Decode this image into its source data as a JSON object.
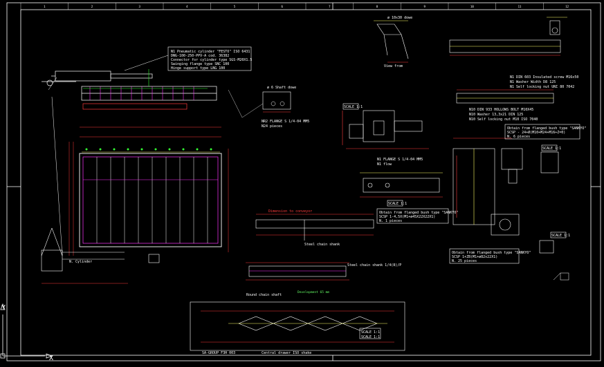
{
  "colors": {
    "background": "#000000",
    "frame": "#ffffff",
    "dimension": "#ff3b3b",
    "yellow": "#ffff66",
    "green": "#33ff33",
    "magenta": "#ff33ff",
    "cyan": "#33ffff"
  },
  "frame_ticks": [
    "1",
    "2",
    "3",
    "4",
    "5",
    "6",
    "7",
    "8",
    "9",
    "10",
    "11",
    "12"
  ],
  "notes": {
    "cylinder_block": [
      "N1 Pneumatic cylinder \"FESTO\" ISO 6431",
      "DNG-100-250-PPV-A cod. 36382",
      "Connector for cylinder type SGS-M20X1.5",
      "Swinging flange type SNC 100",
      "Hinge support type LNG 100"
    ],
    "cyl_label": "N. Cylinder",
    "n2_flange": "NR2 FLANGE S 1/4-04 MM5",
    "n2_pieces": "N24 pieces",
    "n1_flange": "N1 FLANGE S 1/4-04 MM5",
    "n1_pieces": "N1 flow",
    "shaft_detail": "ø 6 Shaft dowe",
    "shaft_detail_2": "ø 10x30 dowe",
    "view_from": "View from",
    "scale_a": "SCALE 1:1",
    "scale_b": "SCALE 1:1",
    "scale_c": "SCALE 1:1",
    "scale_d": "SCALE 1:1",
    "sensor_list": [
      "N1 DIN 603 Insulated screw M16x50",
      "N1 Washer Width D8 125",
      "N1 Self locking nut UNI 80 7042"
    ],
    "washer_list": [
      "N10 DIN 933 HOLLOWS BOLT M10X45",
      "N10 Washer 13,3x21 DIN 125",
      "N10 Self locking nut M10 ISO 7040"
    ],
    "bush_1": [
      "Obtain from flanged bush type \"SANKYO\"",
      "SCSP - 24+Ø(M10+M24+M16+Z=0)",
      "N. 6 pieces"
    ],
    "bush_2": [
      "Obtain from flanged bush type \"SANKYO\"",
      "SCSP 1-4,5X(M1+ø45X22X22X1)",
      "N. 1 pieces"
    ],
    "bush_3": [
      "Obtain from flanged bush type \"SANKYO\"",
      "SCSP 1+ZB(M1+ø82x22X1)",
      "N. 25 pieces"
    ],
    "dimension_conveyor": "Dimension to conveyor",
    "steel_chain": "Steel chain shank",
    "steel_chain_2": "Steel chain shank 1/4(8)/P",
    "round_steel": "Round chain shaft",
    "sa_group": "SA-GROUP F3H 003",
    "central_drawer": "Central drawer ISO shake",
    "development": "Development 65 mm",
    "scale_bottom": "SCALE 1:1",
    "scale_bottom_2": "SCALE 1:1"
  },
  "ucs": {
    "x_axis": "X",
    "y_axis": "Y"
  }
}
